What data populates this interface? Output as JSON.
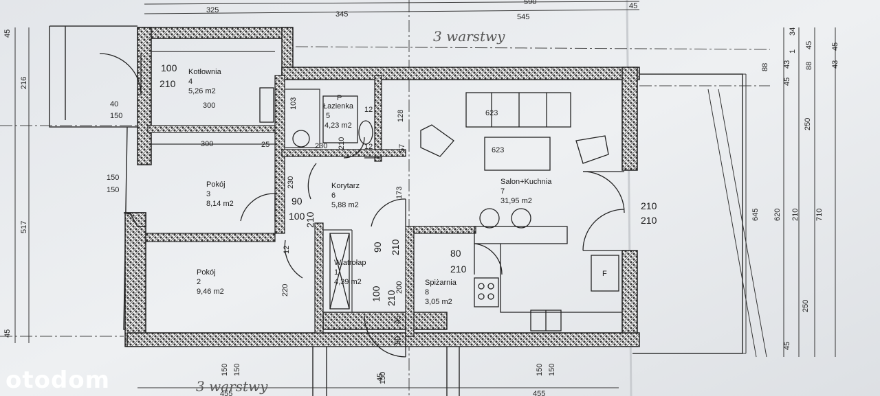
{
  "dimensions_top": [
    "325",
    "345",
    "590",
    "545",
    "45"
  ],
  "dimensions_left": [
    "45",
    "216",
    "517",
    "45"
  ],
  "dimensions_right": [
    "34",
    "45",
    "1",
    "88",
    "43",
    "45",
    "43",
    "45",
    "88",
    "250",
    "645",
    "620",
    "210",
    "710",
    "250",
    "45"
  ],
  "dimensions_bottom": [
    "150",
    "150",
    "455",
    "150",
    "150",
    "455",
    "150"
  ],
  "dimensions_inner": [
    "100",
    "210",
    "40",
    "150",
    "300",
    "103",
    "300",
    "25",
    "230",
    "210",
    "12",
    "128",
    "12",
    "57",
    "623",
    "623",
    "150",
    "150",
    "230",
    "90",
    "100",
    "210",
    "173",
    "90",
    "210",
    "200",
    "100",
    "210",
    "80",
    "210",
    "220",
    "12",
    "50",
    "45",
    "45",
    "210",
    "210"
  ],
  "rooms": [
    {
      "label": "Kotłownia",
      "number": "4",
      "area": "5,26 m2"
    },
    {
      "label": "Łazienka",
      "number": "5",
      "area": "4,23 m2"
    },
    {
      "label": "Pokój",
      "number": "3",
      "area": "8,14 m2"
    },
    {
      "label": "Korytarz",
      "number": "6",
      "area": "5,88 m2"
    },
    {
      "label": "Salon+Kuchnia",
      "number": "7",
      "area": "31,95 m2"
    },
    {
      "label": "Wiatrołap",
      "number": "1",
      "area": "4,39 m2"
    },
    {
      "label": "Pokój",
      "number": "2",
      "area": "9,46 m2"
    },
    {
      "label": "Spiżarnia",
      "number": "8",
      "area": "3,05 m2"
    }
  ],
  "handwritten": [
    "3 warstwy",
    "3 warstwy"
  ],
  "fixtures": [
    "F",
    "P"
  ],
  "watermark": "otodom"
}
